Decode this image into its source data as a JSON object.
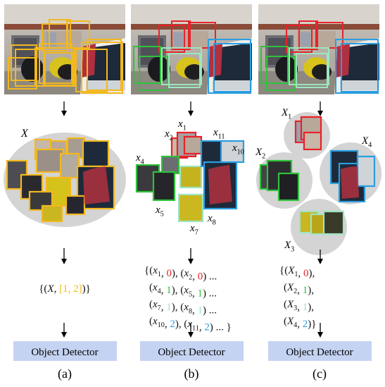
{
  "colors": {
    "yellow": "#f2b81e",
    "red": "#e8222a",
    "green": "#2fc23a",
    "lightgreen": "#9ee5c0",
    "blue": "#2a9ee0",
    "detector_bg": "#c5d3f2",
    "ellipse": "#d4d4d4"
  },
  "panels": [
    {
      "caption": "(a)",
      "detector": "Object Detector",
      "set_label": "X",
      "set_lines": [
        [
          {
            "t": "{(",
            "c": "black"
          },
          {
            "t": "X",
            "c": "black",
            "i": true
          },
          {
            "t": ", ",
            "c": "black"
          },
          {
            "t": "[1, 2]",
            "c": "yellow"
          },
          {
            "t": ")}",
            "c": "black"
          }
        ]
      ]
    },
    {
      "caption": "(b)",
      "detector": "Object Detector",
      "box_labels": [
        {
          "base": "x",
          "sub": "1"
        },
        {
          "base": "x",
          "sub": "2"
        },
        {
          "base": "x",
          "sub": "11"
        },
        {
          "base": "x",
          "sub": "10"
        },
        {
          "base": "x",
          "sub": "4"
        },
        {
          "base": "x",
          "sub": "5"
        },
        {
          "base": "x",
          "sub": "7"
        },
        {
          "base": "x",
          "sub": "8"
        }
      ],
      "set_lines": [
        [
          {
            "t": "{(",
            "c": "black"
          },
          {
            "t": "x",
            "c": "black",
            "i": true,
            "s": "1"
          },
          {
            "t": ", ",
            "c": "black"
          },
          {
            "t": "0",
            "c": "red"
          },
          {
            "t": "), (",
            "c": "black"
          },
          {
            "t": "x",
            "c": "black",
            "i": true,
            "s": "2"
          },
          {
            "t": ", ",
            "c": "black"
          },
          {
            "t": "0",
            "c": "red"
          },
          {
            "t": ") ...",
            "c": "black"
          }
        ],
        [
          {
            "t": "(",
            "c": "black"
          },
          {
            "t": "x",
            "c": "black",
            "i": true,
            "s": "4"
          },
          {
            "t": ", ",
            "c": "black"
          },
          {
            "t": "1",
            "c": "green"
          },
          {
            "t": "), (",
            "c": "black"
          },
          {
            "t": "x",
            "c": "black",
            "i": true,
            "s": "5"
          },
          {
            "t": ", ",
            "c": "black"
          },
          {
            "t": "1",
            "c": "green"
          },
          {
            "t": ") ...",
            "c": "black"
          }
        ],
        [
          {
            "t": "(",
            "c": "black"
          },
          {
            "t": "x",
            "c": "black",
            "i": true,
            "s": "7"
          },
          {
            "t": ", ",
            "c": "black"
          },
          {
            "t": "1",
            "c": "lightgreen"
          },
          {
            "t": "), (",
            "c": "black"
          },
          {
            "t": "x",
            "c": "black",
            "i": true,
            "s": "8"
          },
          {
            "t": ", ",
            "c": "black"
          },
          {
            "t": "1",
            "c": "lightgreen"
          },
          {
            "t": ") ...",
            "c": "black"
          }
        ],
        [
          {
            "t": "(",
            "c": "black"
          },
          {
            "t": "x",
            "c": "black",
            "i": true,
            "s": "10"
          },
          {
            "t": ", ",
            "c": "black"
          },
          {
            "t": "2",
            "c": "blue"
          },
          {
            "t": "), (",
            "c": "black"
          },
          {
            "t": "x",
            "c": "black",
            "i": true,
            "s": "11"
          },
          {
            "t": ", ",
            "c": "black"
          },
          {
            "t": "2",
            "c": "blue"
          },
          {
            "t": ") ... }",
            "c": "black"
          }
        ]
      ]
    },
    {
      "caption": "(c)",
      "detector": "Object Detector",
      "cluster_labels": [
        {
          "base": "X",
          "sub": "1"
        },
        {
          "base": "X",
          "sub": "2"
        },
        {
          "base": "X",
          "sub": "4"
        },
        {
          "base": "X",
          "sub": "3"
        }
      ],
      "set_lines": [
        [
          {
            "t": "{(",
            "c": "black"
          },
          {
            "t": "X",
            "c": "black",
            "i": true,
            "s": "1"
          },
          {
            "t": ", ",
            "c": "black"
          },
          {
            "t": "0",
            "c": "red"
          },
          {
            "t": "),",
            "c": "black"
          }
        ],
        [
          {
            "t": "(",
            "c": "black"
          },
          {
            "t": "X",
            "c": "black",
            "i": true,
            "s": "2"
          },
          {
            "t": ", ",
            "c": "black"
          },
          {
            "t": "1",
            "c": "green"
          },
          {
            "t": "),",
            "c": "black"
          }
        ],
        [
          {
            "t": "(",
            "c": "black"
          },
          {
            "t": "X",
            "c": "black",
            "i": true,
            "s": "3"
          },
          {
            "t": ", ",
            "c": "black"
          },
          {
            "t": "1",
            "c": "lightgreen"
          },
          {
            "t": "),",
            "c": "black"
          }
        ],
        [
          {
            "t": "(",
            "c": "black"
          },
          {
            "t": "X",
            "c": "black",
            "i": true,
            "s": "4"
          },
          {
            "t": ", ",
            "c": "black"
          },
          {
            "t": "2",
            "c": "blue"
          },
          {
            "t": ")}",
            "c": "black"
          }
        ]
      ]
    }
  ]
}
